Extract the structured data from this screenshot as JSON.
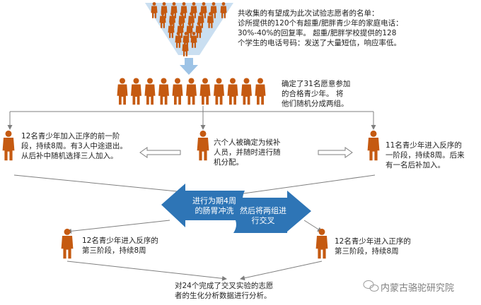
{
  "texts": {
    "intro": "共收集的有望成为此次试验志愿者的名单：\n诊所提供的120个有超重/肥胖青少年的家庭电话：\n30%-40%的回复率。 超重/肥胖学校提供的128\n个学生的电话号码：发送了大量短信，响应率低。",
    "selected": "确定了31名愿意参加\n的合格青少年。 将\n他们随机分成两组。",
    "left_group": "12名青少年加入正序的前一阶\n段，持续8周。有3人中途退出。\n从后补中随机选择三人加入。",
    "middle_group": "六个人被确定为候补\n人员，并随时进行随\n机分配。",
    "right_group": "11名青少年进入反序的\n一阶段，持续8周。后来\n有一名后补加入。",
    "washout": "进行为期4周\n的肠胃冲洗",
    "crossover": "然后将两组进\n行交叉",
    "left_phase3": "12名青少年进入反序的\n第三阶段，持续8周",
    "right_phase3": "12名青少年进入正序的\n第三阶段，持续8周",
    "final": "对24个完成了交叉实验的志愿\n者的生化分析数据进行分析。",
    "watermark": "内蒙古骆驼研究院"
  },
  "colors": {
    "person": "#c55a11",
    "arrow_blue": "#2e75b6",
    "funnel": "#bdd7ee",
    "line": "#7f7f7f"
  }
}
